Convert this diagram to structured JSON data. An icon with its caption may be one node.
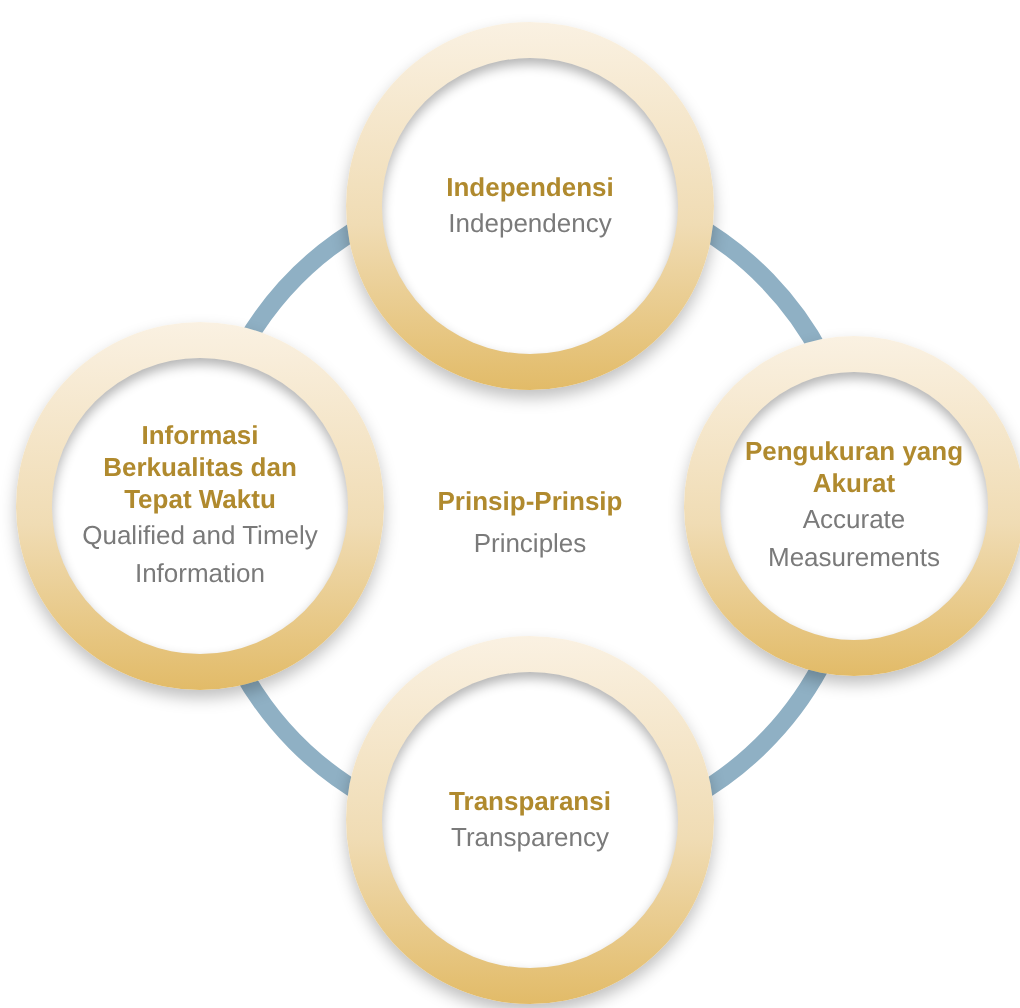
{
  "diagram": {
    "nodes": [
      {
        "text": [
          "Independensi",
          "Independency"
        ]
      },
      {
        "text": [
          "Informasi Berkualitas dan Tepat Waktu",
          "Qualified and Timely Information"
        ]
      },
      {
        "text": [
          "Pengukuran yang Akurat",
          "Accurate Measurements"
        ]
      },
      {
        "text": [
          "Transparansi",
          "Transparency"
        ]
      }
    ],
    "edges": [
      {
        "from": 0,
        "to": 2,
        "arrow": "none"
      },
      {
        "from": 2,
        "to": 3,
        "arrow": "none"
      },
      {
        "from": 3,
        "to": 1,
        "arrow": "none"
      },
      {
        "from": 1,
        "to": 0,
        "arrow": "none"
      }
    ],
    "labels": [
      "Prinsip-Prinsip",
      "Principles"
    ]
  }
}
